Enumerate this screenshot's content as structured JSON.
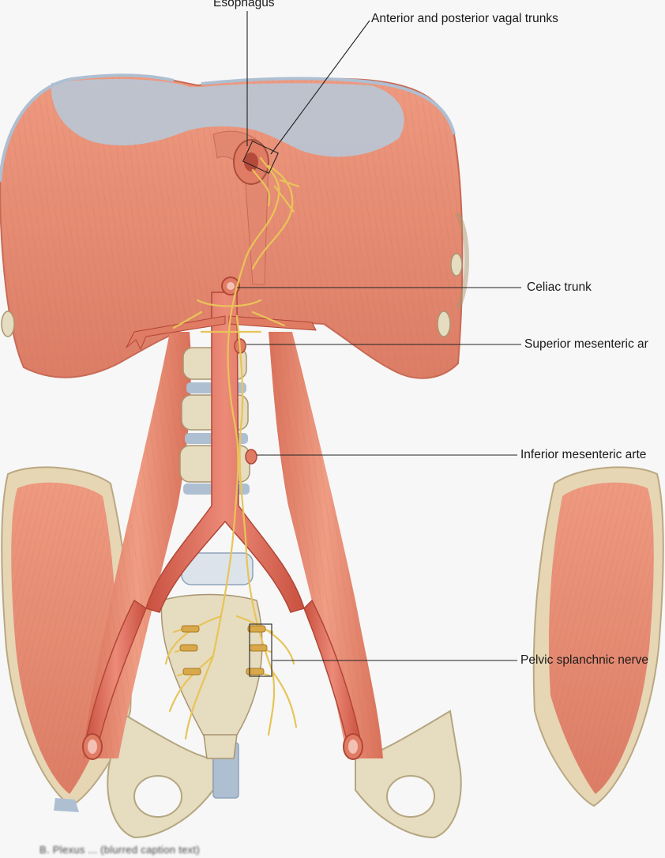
{
  "labels": {
    "esophagus": "Esophagus",
    "vagal_trunks": "Anterior and posterior vagal trunks",
    "celiac": "Celiac trunk",
    "superior_mesenteric": "Superior mesenteric ar",
    "inferior_mesenteric": "Inferior mesenteric arte",
    "pelvic_splanchnic": "Pelvic splanchnic nerve"
  },
  "caption": "B. Plexus ... (blurred caption text)",
  "colors": {
    "muscle": "#e88c72",
    "muscle_dark": "#c8604c",
    "tendon": "#aebfd2",
    "artery": "#e0705e",
    "nerve": "#e8c458",
    "bone": "#e6dcc0",
    "background": "#f7f7f7"
  }
}
